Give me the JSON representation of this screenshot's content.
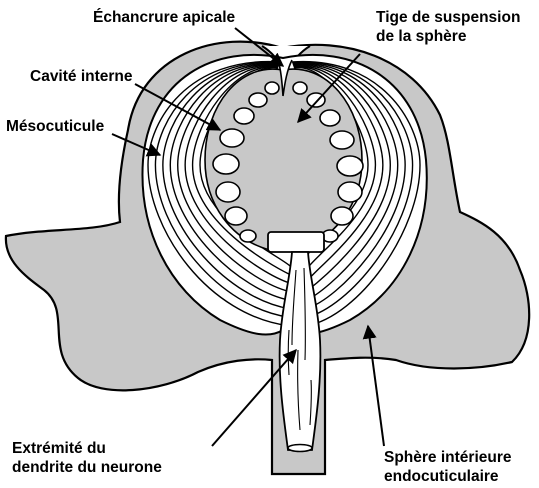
{
  "labels": {
    "apical_notch": "Échancrure apicale",
    "stalk_line1": "Tige de suspension",
    "stalk_line2": "de la sphère",
    "internal_cavity": "Cavité interne",
    "mesocuticle": "Mésocuticule",
    "dendrite_line1": "Extrémité du",
    "dendrite_line2": "dendrite du neurone",
    "sphere_line1": "Sphère intérieure",
    "sphere_line2": "endocuticulaire"
  },
  "colors": {
    "tissue": "#c8c8c8",
    "outline": "#000000",
    "background": "#ffffff"
  }
}
